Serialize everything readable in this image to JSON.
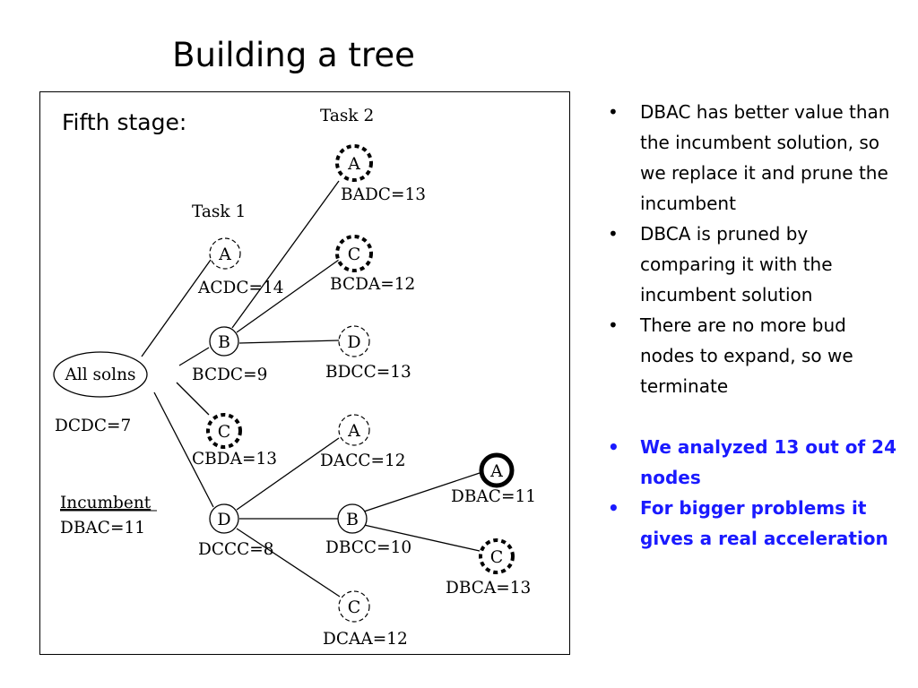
{
  "title": "Building a tree",
  "figure": {
    "stage_label": "Fifth stage:",
    "task1": "Task 1",
    "task2": "Task 2",
    "incumbent_heading": "Incumbent",
    "incumbent_value": "DBAC=11",
    "nodes": [
      {
        "id": "root",
        "letter": "All solns",
        "label": "DCDC=7",
        "style": "ellipse"
      },
      {
        "id": "A1",
        "letter": "A",
        "label": "ACDC=14",
        "style": "dashed"
      },
      {
        "id": "B1",
        "letter": "B",
        "label": "BCDC=9",
        "style": "solid"
      },
      {
        "id": "C1",
        "letter": "C",
        "label": "CBDA=13",
        "style": "pruned"
      },
      {
        "id": "D1",
        "letter": "D",
        "label": "DCCC=8",
        "style": "solid"
      },
      {
        "id": "BA",
        "letter": "A",
        "label": "BADC=13",
        "style": "pruned"
      },
      {
        "id": "BC",
        "letter": "C",
        "label": "BCDA=12",
        "style": "pruned"
      },
      {
        "id": "BD",
        "letter": "D",
        "label": "BDCC=13",
        "style": "dashed"
      },
      {
        "id": "DA",
        "letter": "A",
        "label": "DACC=12",
        "style": "dashed"
      },
      {
        "id": "DB",
        "letter": "B",
        "label": "DBCC=10",
        "style": "solid"
      },
      {
        "id": "DC",
        "letter": "C",
        "label": "DCAA=12",
        "style": "dashed"
      },
      {
        "id": "DBA",
        "letter": "A",
        "label": "DBAC=11",
        "style": "incumbent"
      },
      {
        "id": "DBC",
        "letter": "C",
        "label": "DBCA=13",
        "style": "pruned"
      }
    ]
  },
  "bullets": [
    "DBAC has better value than the incumbent solution, so we replace it and prune the incumbent",
    "DBCA is pruned by comparing it with the incumbent solution",
    "There are no more bud nodes to expand, so we terminate"
  ],
  "highlight_bullets": [
    "We analyzed 13 out of 24 nodes",
    "For bigger problems it gives a real acceleration"
  ],
  "bullet_glyph": "•",
  "highlight_color": "#1a1aff"
}
